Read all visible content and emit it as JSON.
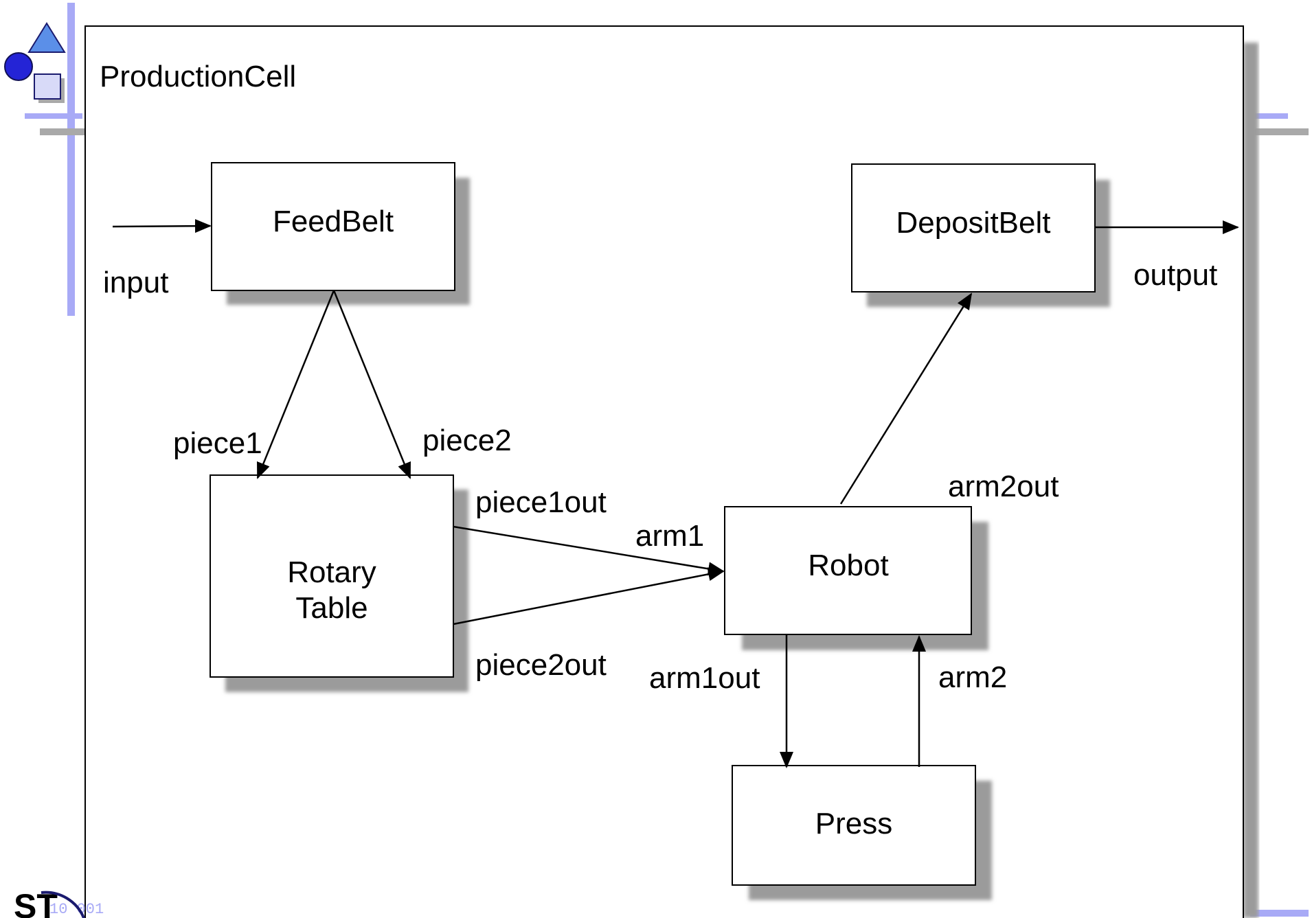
{
  "diagram": {
    "title": "ProductionCell",
    "components": {
      "feedbelt": "FeedBelt",
      "depositbelt": "DepositBelt",
      "rotary_line1": "Rotary",
      "rotary_line2": "Table",
      "robot": "Robot",
      "press": "Press"
    },
    "ports": {
      "input": "input",
      "output": "output",
      "piece1": "piece1",
      "piece2": "piece2",
      "piece1out": "piece1out",
      "piece2out": "piece2out",
      "arm1": "arm1",
      "arm2": "arm2",
      "arm1out": "arm1out",
      "arm2out": "arm2out"
    }
  },
  "logo": {
    "text": "ST",
    "digits": "10 001"
  },
  "colors": {
    "decor_lavender": "#a8aaf6",
    "decor_gray": "#a9a9a9",
    "circle_blue": "#2424d6",
    "triangle_blue": "#5b8fe8",
    "shadow": "#9b9b9b"
  }
}
